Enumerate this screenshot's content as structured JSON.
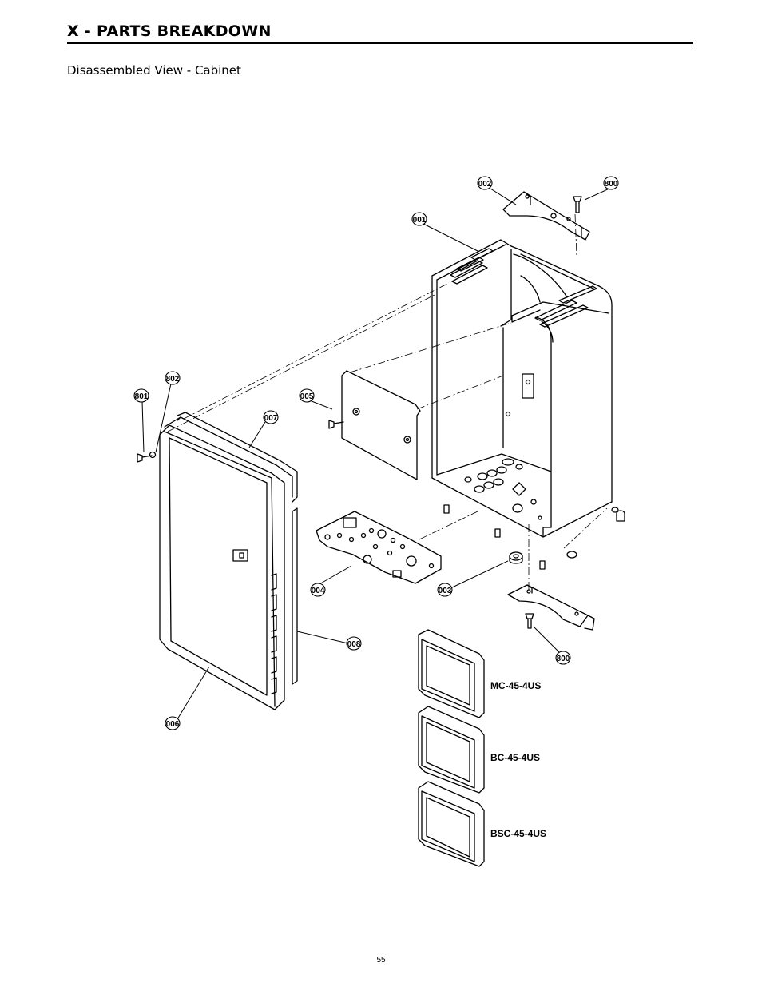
{
  "header": {
    "section_title": "X - PARTS BREAKDOWN",
    "subtitle": "Disassembled View - Cabinet"
  },
  "diagram": {
    "callouts": {
      "c001": "001",
      "c002": "002",
      "c003": "003",
      "c004": "004",
      "c005": "005",
      "c006": "006",
      "c007": "007",
      "c008": "008",
      "c800a": "800",
      "c800b": "800",
      "c801": "801",
      "c802": "802"
    },
    "models": {
      "m1": "MC-45-4US",
      "m2": "BC-45-4US",
      "m3": "BSC-45-4US"
    }
  },
  "footer": {
    "page_number": "55"
  }
}
